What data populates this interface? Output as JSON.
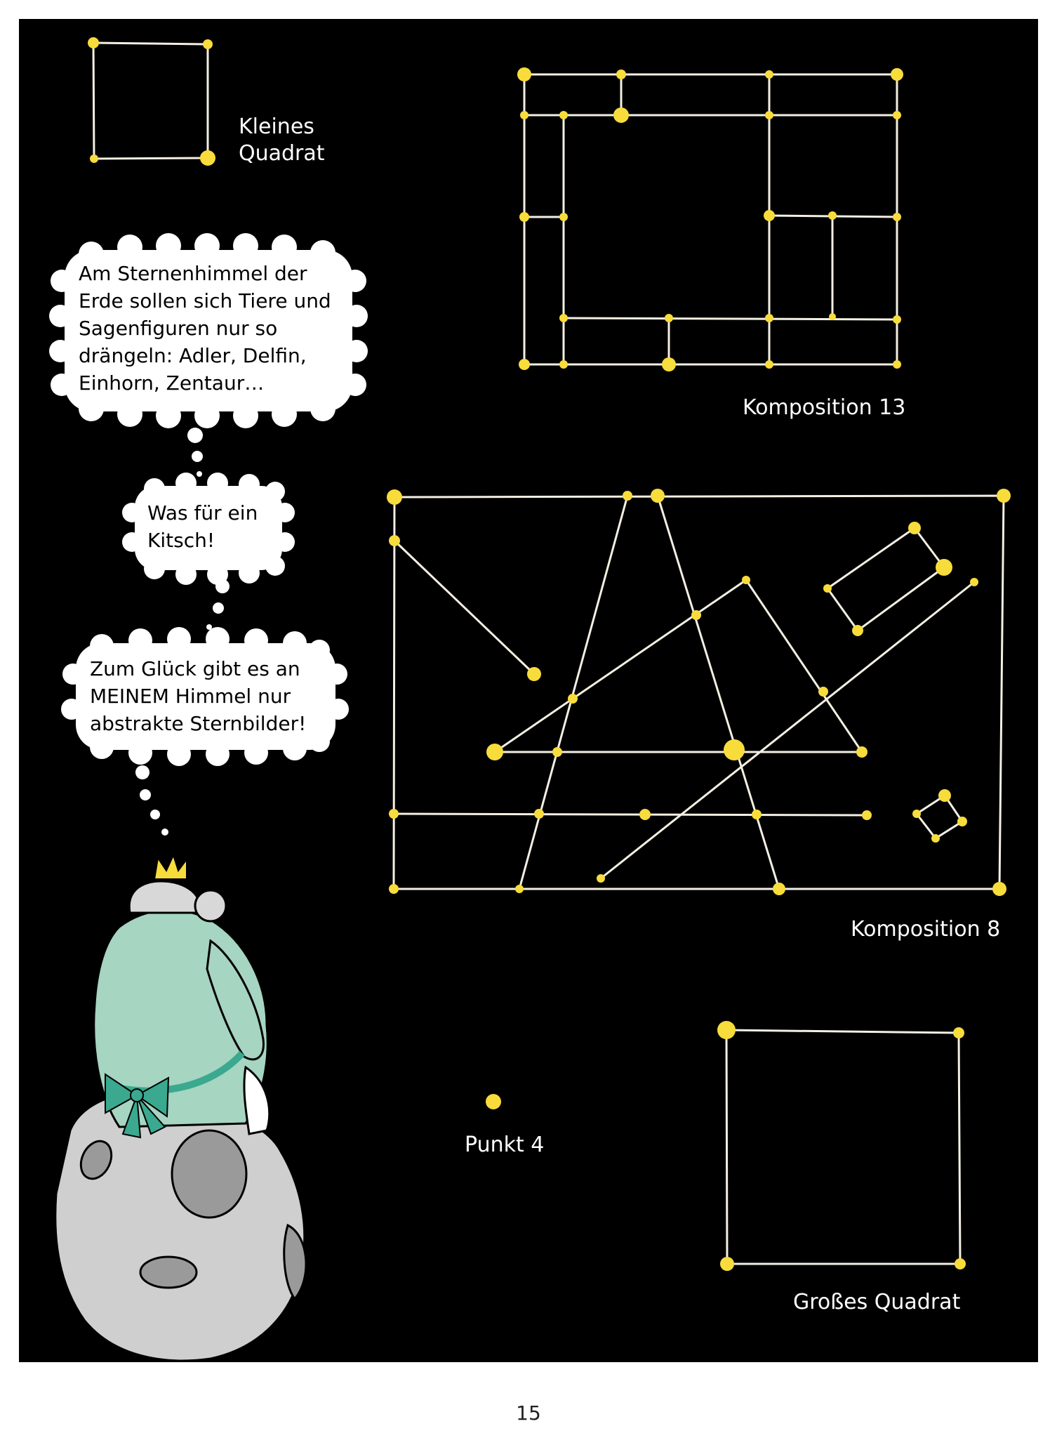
{
  "colors": {
    "sky": "#000000",
    "star": "#f7dc3c",
    "line": "#f3efe2",
    "bubble": "#ffffff",
    "coat": "#a6d5c2",
    "bow": "#3aa98f",
    "moon": "#cfcfcf",
    "crater": "#9a9a9a",
    "crown": "#f7dc3c"
  },
  "constellations": {
    "small_square": "Kleines Quadrat",
    "composition_13": "Komposition 13",
    "composition_8": "Komposition 8",
    "point_4": "Punkt 4",
    "big_square": "Großes Quadrat"
  },
  "bubbles": {
    "first": "Am Sternenhimmel der Erde sollen sich Tiere und Sagenfiguren nur so drängeln: Adler, Delfin, Einhorn, Zentaur…",
    "second": "Was für ein Kitsch!",
    "third": "Zum Glück gibt es an MEINEM Himmel nur abstrakte Sternbilder!"
  },
  "page": {
    "number": "15"
  }
}
